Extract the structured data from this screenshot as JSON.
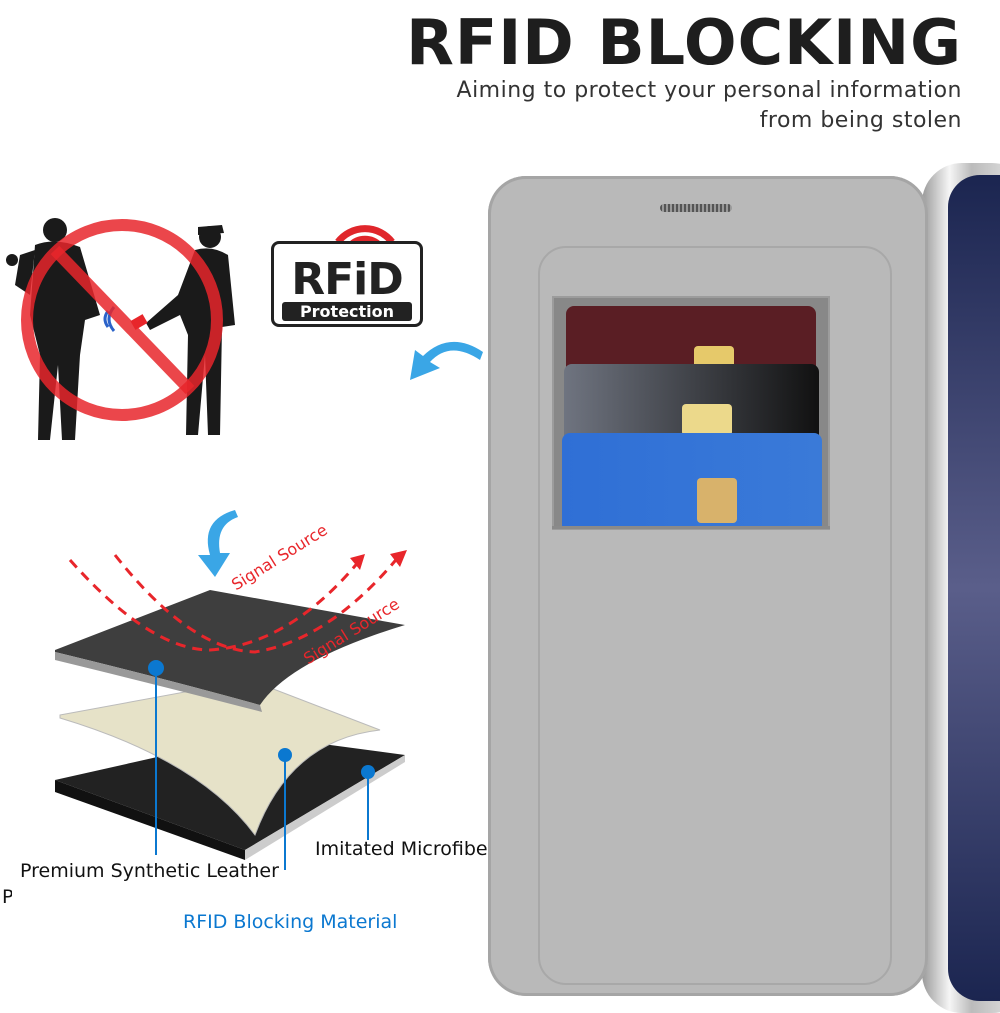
{
  "header": {
    "title": "RFID BLOCKING",
    "subtitle_line1": "Aiming to protect your personal information",
    "subtitle_line2": "from being stolen"
  },
  "badge": {
    "word": "RFiD",
    "caption": "Protection",
    "icon": "wifi-signal-icon",
    "accent": "#e0262b"
  },
  "diagram": {
    "signal_labels": [
      "Signal Source",
      "Signal Source"
    ],
    "layers": [
      {
        "label": "Premium Synthetic Leather"
      },
      {
        "label": "RFID Blocking Material"
      },
      {
        "label": "Imitated Microfiber"
      }
    ],
    "cropped_letter": "P",
    "colors": {
      "signal": "#e8262b",
      "callout": "#0b78d0",
      "arrow": "#3aa6e6"
    }
  },
  "product": {
    "case_color": "#b9b9b9",
    "icons": [
      "no-theft-icon",
      "curved-arrow-icon",
      "credit-card-icon",
      "phone-icon"
    ]
  }
}
